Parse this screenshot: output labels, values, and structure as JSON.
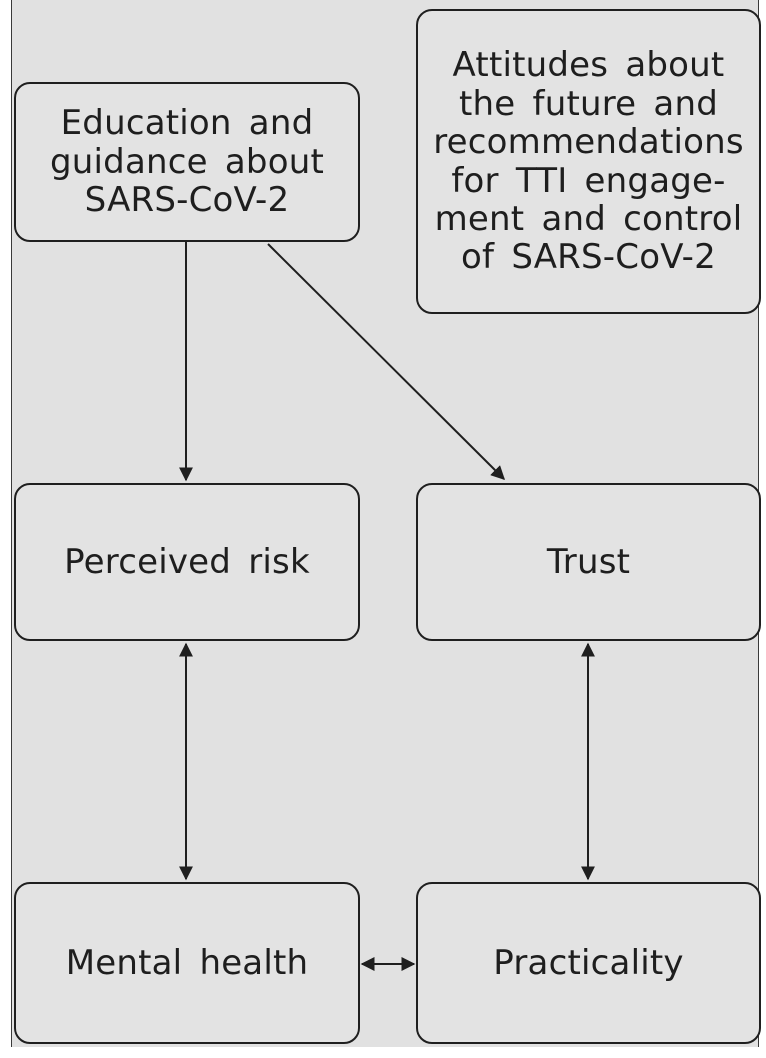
{
  "nodes": {
    "attitudes": "Attitudes about\nthe future and\nrecommendations\nfor TTI engage-\nment and control\nof SARS-CoV-2",
    "education": "Education and\nguidance about\nSARS-CoV-2",
    "perceived_risk": "Perceived risk",
    "trust": "Trust",
    "mental_health": "Mental health",
    "practicality": "Practicality"
  },
  "edges": [
    {
      "from": "education",
      "to": "perceived_risk",
      "direction": "forward"
    },
    {
      "from": "education",
      "to": "trust",
      "direction": "forward"
    },
    {
      "from": "perceived_risk",
      "to": "mental_health",
      "direction": "both"
    },
    {
      "from": "trust",
      "to": "practicality",
      "direction": "both"
    },
    {
      "from": "mental_health",
      "to": "practicality",
      "direction": "both"
    }
  ],
  "colors": {
    "background": "#e1e1e1",
    "box_fill": "#e3e3e3",
    "stroke": "#1f1f1f"
  }
}
